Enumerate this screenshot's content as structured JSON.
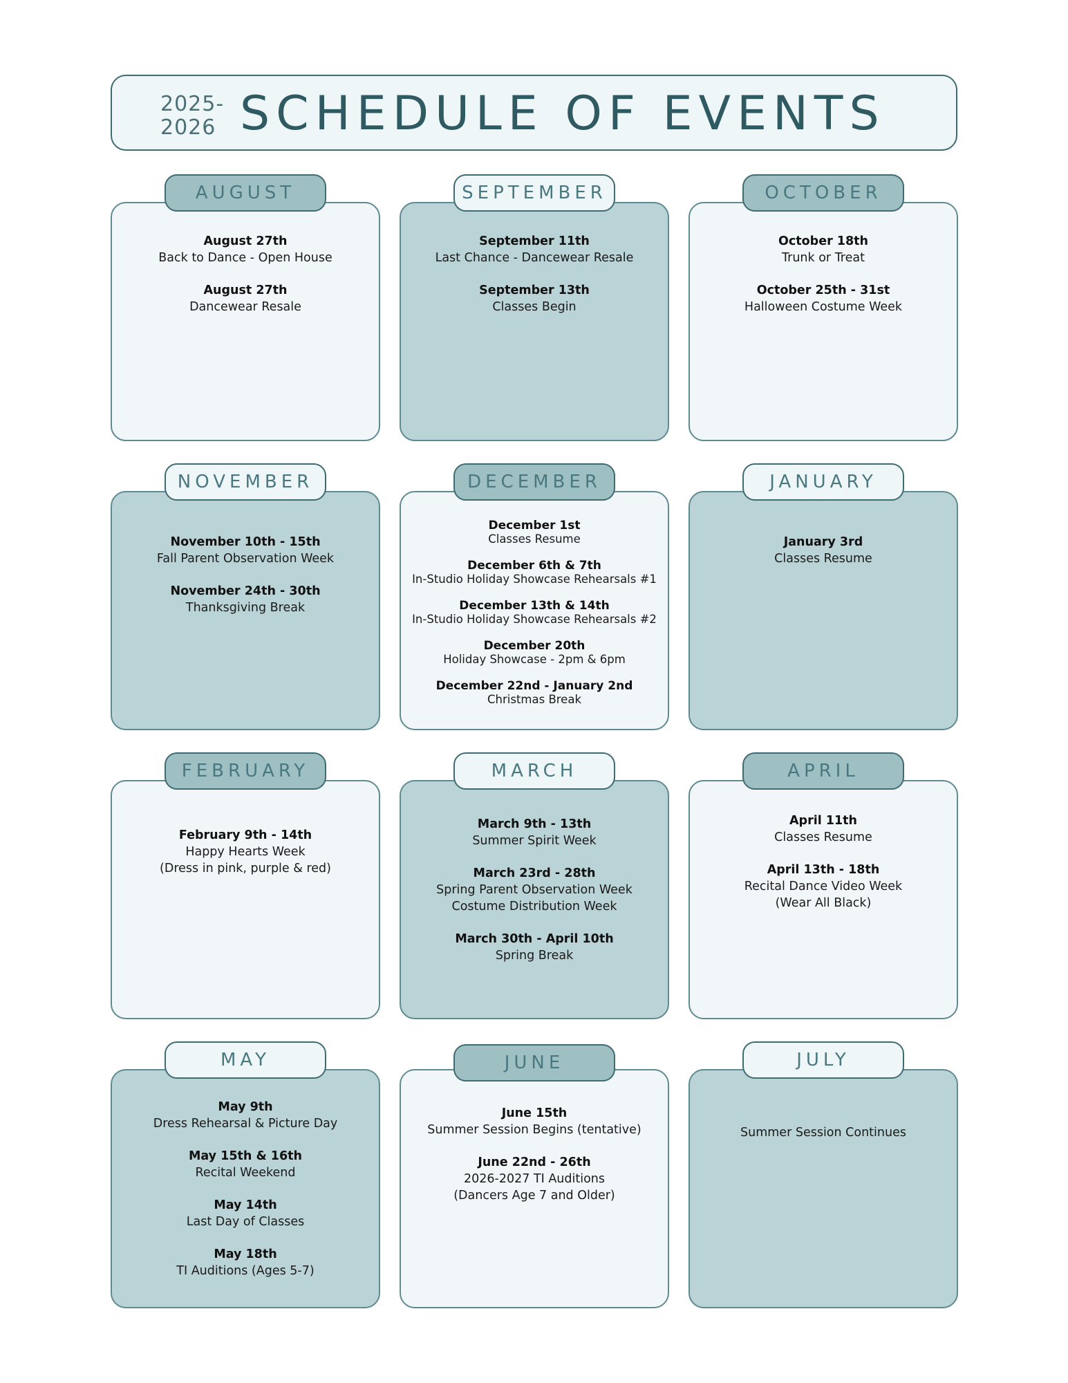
{
  "header": {
    "year_top": "2025-",
    "year_bottom": "2026",
    "title": "SCHEDULE OF EVENTS"
  },
  "months": [
    {
      "name": "AUGUST",
      "events": [
        {
          "date": "August 27th",
          "desc": "Back to Dance - Open House"
        },
        {
          "date": "August 27th",
          "desc": "Dancewear Resale"
        }
      ]
    },
    {
      "name": "SEPTEMBER",
      "events": [
        {
          "date": "September 11th",
          "desc": "Last Chance - Dancewear Resale"
        },
        {
          "date": "September 13th",
          "desc": "Classes Begin"
        }
      ]
    },
    {
      "name": "OCTOBER",
      "events": [
        {
          "date": "October 18th",
          "desc": "Trunk or Treat"
        },
        {
          "date": "October 25th - 31st",
          "desc": "Halloween Costume Week"
        }
      ]
    },
    {
      "name": "NOVEMBER",
      "events": [
        {
          "date": "November 10th - 15th",
          "desc": "Fall Parent Observation Week"
        },
        {
          "date": "November 24th - 30th",
          "desc": "Thanksgiving Break"
        }
      ]
    },
    {
      "name": "DECEMBER",
      "events": [
        {
          "date": "December 1st",
          "desc": "Classes Resume"
        },
        {
          "date": "December 6th & 7th",
          "desc": "In-Studio Holiday Showcase Rehearsals #1"
        },
        {
          "date": "December 13th & 14th",
          "desc": "In-Studio Holiday Showcase Rehearsals #2"
        },
        {
          "date": "December 20th",
          "desc": "Holiday Showcase - 2pm & 6pm"
        },
        {
          "date": "December 22nd - January 2nd",
          "desc": "Christmas Break"
        }
      ]
    },
    {
      "name": "JANUARY",
      "events": [
        {
          "date": "January 3rd",
          "desc": "Classes Resume"
        }
      ]
    },
    {
      "name": "FEBRUARY",
      "events": [
        {
          "date": "February 9th - 14th",
          "desc": "Happy Hearts Week",
          "desc2": "(Dress in pink, purple & red)"
        }
      ]
    },
    {
      "name": "MARCH",
      "events": [
        {
          "date": "March 9th - 13th",
          "desc": "Summer Spirit Week"
        },
        {
          "date": "March 23rd - 28th",
          "desc": "Spring Parent Observation Week",
          "desc2": "Costume Distribution Week"
        },
        {
          "date": "March 30th - April 10th",
          "desc": "Spring Break"
        }
      ]
    },
    {
      "name": "APRIL",
      "events": [
        {
          "date": "April 11th",
          "desc": "Classes Resume"
        },
        {
          "date": "April 13th - 18th",
          "desc": "Recital Dance Video Week",
          "desc2": "(Wear All Black)"
        }
      ]
    },
    {
      "name": "MAY",
      "events": [
        {
          "date": "May 9th",
          "desc": "Dress Rehearsal & Picture Day"
        },
        {
          "date": "May 15th & 16th",
          "desc": "Recital Weekend"
        },
        {
          "date": "May 14th",
          "desc": "Last Day of Classes"
        },
        {
          "date": "May 18th",
          "desc": "TI Auditions (Ages 5-7)"
        }
      ]
    },
    {
      "name": "JUNE",
      "events": [
        {
          "date": "June 15th",
          "desc": "Summer Session Begins (tentative)"
        },
        {
          "date": "June 22nd - 26th",
          "desc": "2026-2027 TI Auditions",
          "desc2": "(Dancers Age 7 and Older)"
        }
      ]
    },
    {
      "name": "JULY",
      "events": [
        {
          "desc": "Summer Session Continues"
        }
      ]
    }
  ]
}
